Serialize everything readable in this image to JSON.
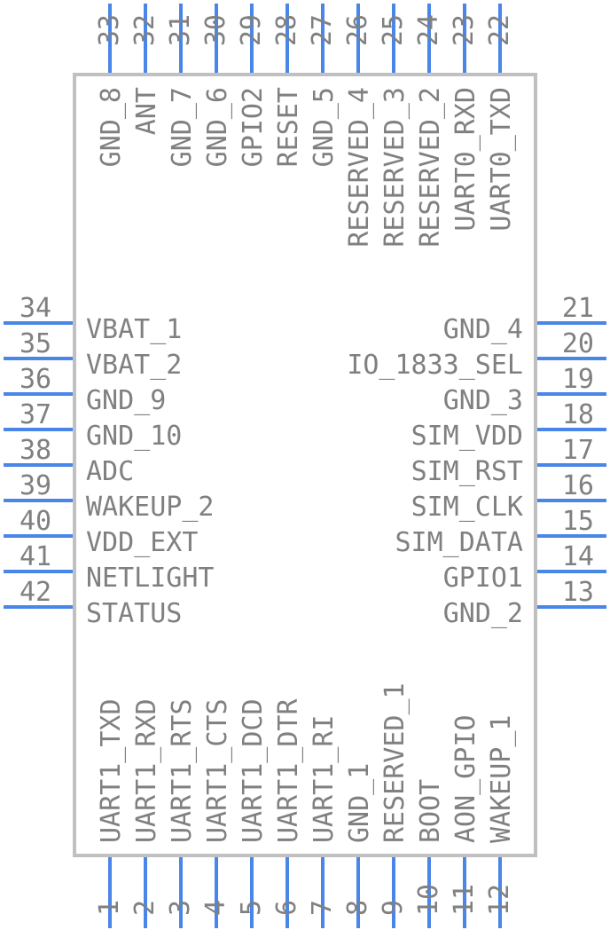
{
  "colors": {
    "body_outline": "#c0c0c0",
    "pin": "#4a86e8",
    "text": "#808080",
    "background": "#ffffff"
  },
  "pins": {
    "bottom": [
      {
        "num": "1",
        "name": "UART1_TXD"
      },
      {
        "num": "2",
        "name": "UART1_RXD"
      },
      {
        "num": "3",
        "name": "UART1_RTS"
      },
      {
        "num": "4",
        "name": "UART1_CTS"
      },
      {
        "num": "5",
        "name": "UART1_DCD"
      },
      {
        "num": "6",
        "name": "UART1_DTR"
      },
      {
        "num": "7",
        "name": "UART1_RI"
      },
      {
        "num": "8",
        "name": "GND_1"
      },
      {
        "num": "9",
        "name": "RESERVED_1"
      },
      {
        "num": "10",
        "name": "BOOT"
      },
      {
        "num": "11",
        "name": "AON_GPIO"
      },
      {
        "num": "12",
        "name": "WAKEUP_1"
      }
    ],
    "right": [
      {
        "num": "13",
        "name": "GND_2"
      },
      {
        "num": "14",
        "name": "GPIO1"
      },
      {
        "num": "15",
        "name": "SIM_DATA"
      },
      {
        "num": "16",
        "name": "SIM_CLK"
      },
      {
        "num": "17",
        "name": "SIM_RST"
      },
      {
        "num": "18",
        "name": "SIM_VDD"
      },
      {
        "num": "19",
        "name": "GND_3"
      },
      {
        "num": "20",
        "name": "IO_1833_SEL"
      },
      {
        "num": "21",
        "name": "GND_4"
      }
    ],
    "top": [
      {
        "num": "22",
        "name": "UART0_TXD"
      },
      {
        "num": "23",
        "name": "UART0_RXD"
      },
      {
        "num": "24",
        "name": "RESERVED_2"
      },
      {
        "num": "25",
        "name": "RESERVED_3"
      },
      {
        "num": "26",
        "name": "RESERVED_4"
      },
      {
        "num": "27",
        "name": "GND_5"
      },
      {
        "num": "28",
        "name": "RESET"
      },
      {
        "num": "29",
        "name": "GPIO2"
      },
      {
        "num": "30",
        "name": "GND_6"
      },
      {
        "num": "31",
        "name": "GND_7"
      },
      {
        "num": "32",
        "name": "ANT"
      },
      {
        "num": "33",
        "name": "GND_8"
      }
    ],
    "left": [
      {
        "num": "34",
        "name": "VBAT_1"
      },
      {
        "num": "35",
        "name": "VBAT_2"
      },
      {
        "num": "36",
        "name": "GND_9"
      },
      {
        "num": "37",
        "name": "GND_10"
      },
      {
        "num": "38",
        "name": "ADC"
      },
      {
        "num": "39",
        "name": "WAKEUP_2"
      },
      {
        "num": "40",
        "name": "VDD_EXT"
      },
      {
        "num": "41",
        "name": "NETLIGHT"
      },
      {
        "num": "42",
        "name": "STATUS"
      }
    ]
  }
}
